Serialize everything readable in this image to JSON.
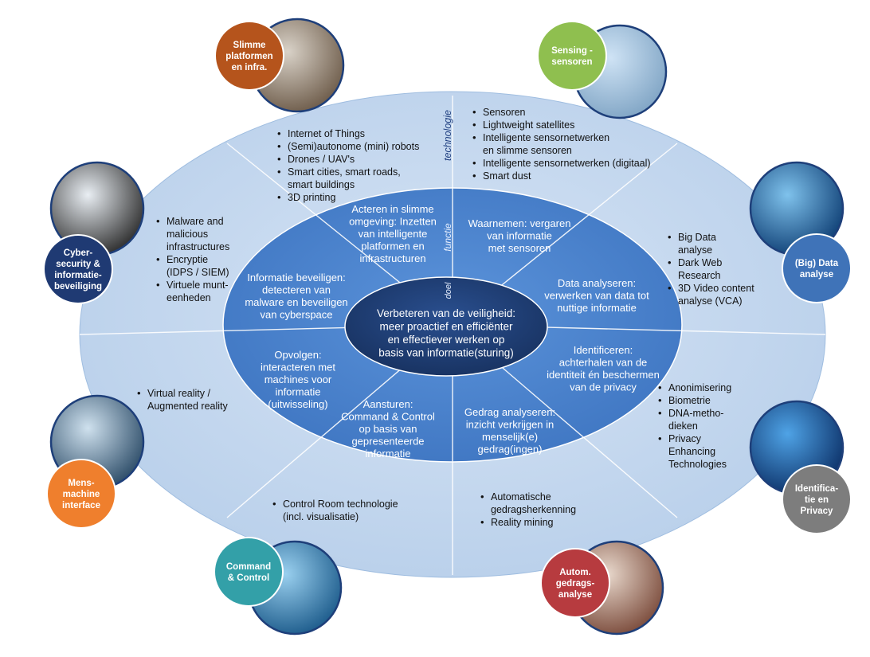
{
  "axis_labels": {
    "technologie": "technologie",
    "functie": "functie",
    "doel": "doel"
  },
  "center": [
    "Verbeteren van de veiligheid:",
    "meer proactief en efficiënter",
    "en effectiever werken op",
    "basis van informatie(sturing)"
  ],
  "functions": [
    {
      "id": "acteren",
      "lines": [
        "Acteren in slimme",
        "omgeving: Inzetten",
        "van intelligente",
        "platformen en",
        "infrastructuren"
      ]
    },
    {
      "id": "waarnemen",
      "lines": [
        "Waarnemen: vergaren",
        "van informatie",
        "met sensoren"
      ]
    },
    {
      "id": "analyseren",
      "lines": [
        "Data analyseren:",
        "verwerken van data tot",
        "nuttige informatie"
      ]
    },
    {
      "id": "identificeren",
      "lines": [
        "Identificeren:",
        "achterhalen van de",
        "identiteit én beschermen",
        "van de privacy"
      ]
    },
    {
      "id": "gedrag",
      "lines": [
        "Gedrag analyseren:",
        "inzicht verkrijgen in",
        "menselijk(e)",
        "gedrag(ingen)"
      ]
    },
    {
      "id": "aansturen",
      "lines": [
        "Aansturen:",
        "Command & Control",
        "op basis van",
        "gepresenteerde",
        "informatie"
      ]
    },
    {
      "id": "opvolgen",
      "lines": [
        "Opvolgen:",
        "interacteren met",
        "machines voor",
        "informatie",
        "(uitwisseling)"
      ]
    },
    {
      "id": "beveiligen",
      "lines": [
        "Informatie beveiligen:",
        "detecteren van",
        "malware en beveiligen",
        "van cyberspace"
      ]
    }
  ],
  "technologies": [
    {
      "id": "platformen",
      "items": [
        [
          "Internet of Things"
        ],
        [
          "(Semi)autonome (mini) robots"
        ],
        [
          "Drones / UAV's"
        ],
        [
          "Smart cities, smart roads,",
          "smart buildings"
        ],
        [
          "3D printing"
        ]
      ]
    },
    {
      "id": "sensing",
      "items": [
        [
          "Sensoren"
        ],
        [
          "Lightweight satellites"
        ],
        [
          "Intelligente sensornetwerken",
          "en slimme sensoren"
        ],
        [
          "Intelligente sensornetwerken (digitaal)"
        ],
        [
          "Smart dust"
        ]
      ]
    },
    {
      "id": "bigdata",
      "items": [
        [
          "Big Data",
          "analyse"
        ],
        [
          "Dark Web",
          "Research"
        ],
        [
          "3D Video content",
          "analyse (VCA)"
        ]
      ]
    },
    {
      "id": "privacy",
      "items": [
        [
          "Anonimisering"
        ],
        [
          "Biometrie"
        ],
        [
          "DNA-metho-",
          "dieken"
        ],
        [
          "Privacy",
          "Enhancing",
          "Technologies"
        ]
      ]
    },
    {
      "id": "gedragsanalyse",
      "items": [
        [
          "Automatische",
          "gedragsherkenning"
        ],
        [
          "Reality mining"
        ]
      ]
    },
    {
      "id": "command",
      "items": [
        [
          "Control Room technologie",
          "(incl. visualisatie)"
        ]
      ]
    },
    {
      "id": "mensmachine",
      "items": [
        [
          "Virtual reality /",
          "Augmented reality"
        ]
      ]
    },
    {
      "id": "cyber",
      "items": [
        [
          "Malware and",
          "malicious",
          "infrastructures"
        ],
        [
          "Encryptie",
          "(IDPS / SIEM)"
        ],
        [
          "Virtuele munt-",
          "eenheden"
        ]
      ]
    }
  ],
  "domains": [
    {
      "id": "platformen",
      "lines": [
        "Slimme",
        "platformen",
        "en infra."
      ],
      "color": "#b5541c"
    },
    {
      "id": "sensing",
      "lines": [
        "Sensing -",
        "sensoren"
      ],
      "color": "#8fbf4f"
    },
    {
      "id": "bigdata",
      "lines": [
        "(Big) Data",
        "analyse"
      ],
      "color": "#3f73b8"
    },
    {
      "id": "privacy",
      "lines": [
        "Identifica-",
        "tie en",
        "Privacy"
      ],
      "color": "#7d7d7d"
    },
    {
      "id": "gedragsanalyse",
      "lines": [
        "Autom.",
        "gedrags-",
        "analyse"
      ],
      "color": "#b73b3f"
    },
    {
      "id": "command",
      "lines": [
        "Command",
        "& Control"
      ],
      "color": "#33a0a8"
    },
    {
      "id": "mensmachine",
      "lines": [
        "Mens-",
        "machine",
        "interface"
      ],
      "color": "#ef7f2d"
    },
    {
      "id": "cyber",
      "lines": [
        "Cyber-",
        "security &",
        "informatie-",
        "beveiliging"
      ],
      "color": "#1f3a73"
    }
  ],
  "colors": {
    "outer_ring": "#c2d6ee",
    "middle_ring": "#4d86d0",
    "inner_core": "#1e3f7a",
    "divider": "#ffffff",
    "text_dark": "#111111",
    "text_light": "#ffffff"
  },
  "icons": {
    "platformen": "robot-head-photo",
    "sensing": "security-camera-photo",
    "bigdata": "globe-photo",
    "privacy": "circuit-board-photo",
    "gedragsanalyse": "people-photo",
    "command": "screens-photo",
    "mensmachine": "touchscreen-photo",
    "cyber": "hooded-hacker-photo"
  }
}
